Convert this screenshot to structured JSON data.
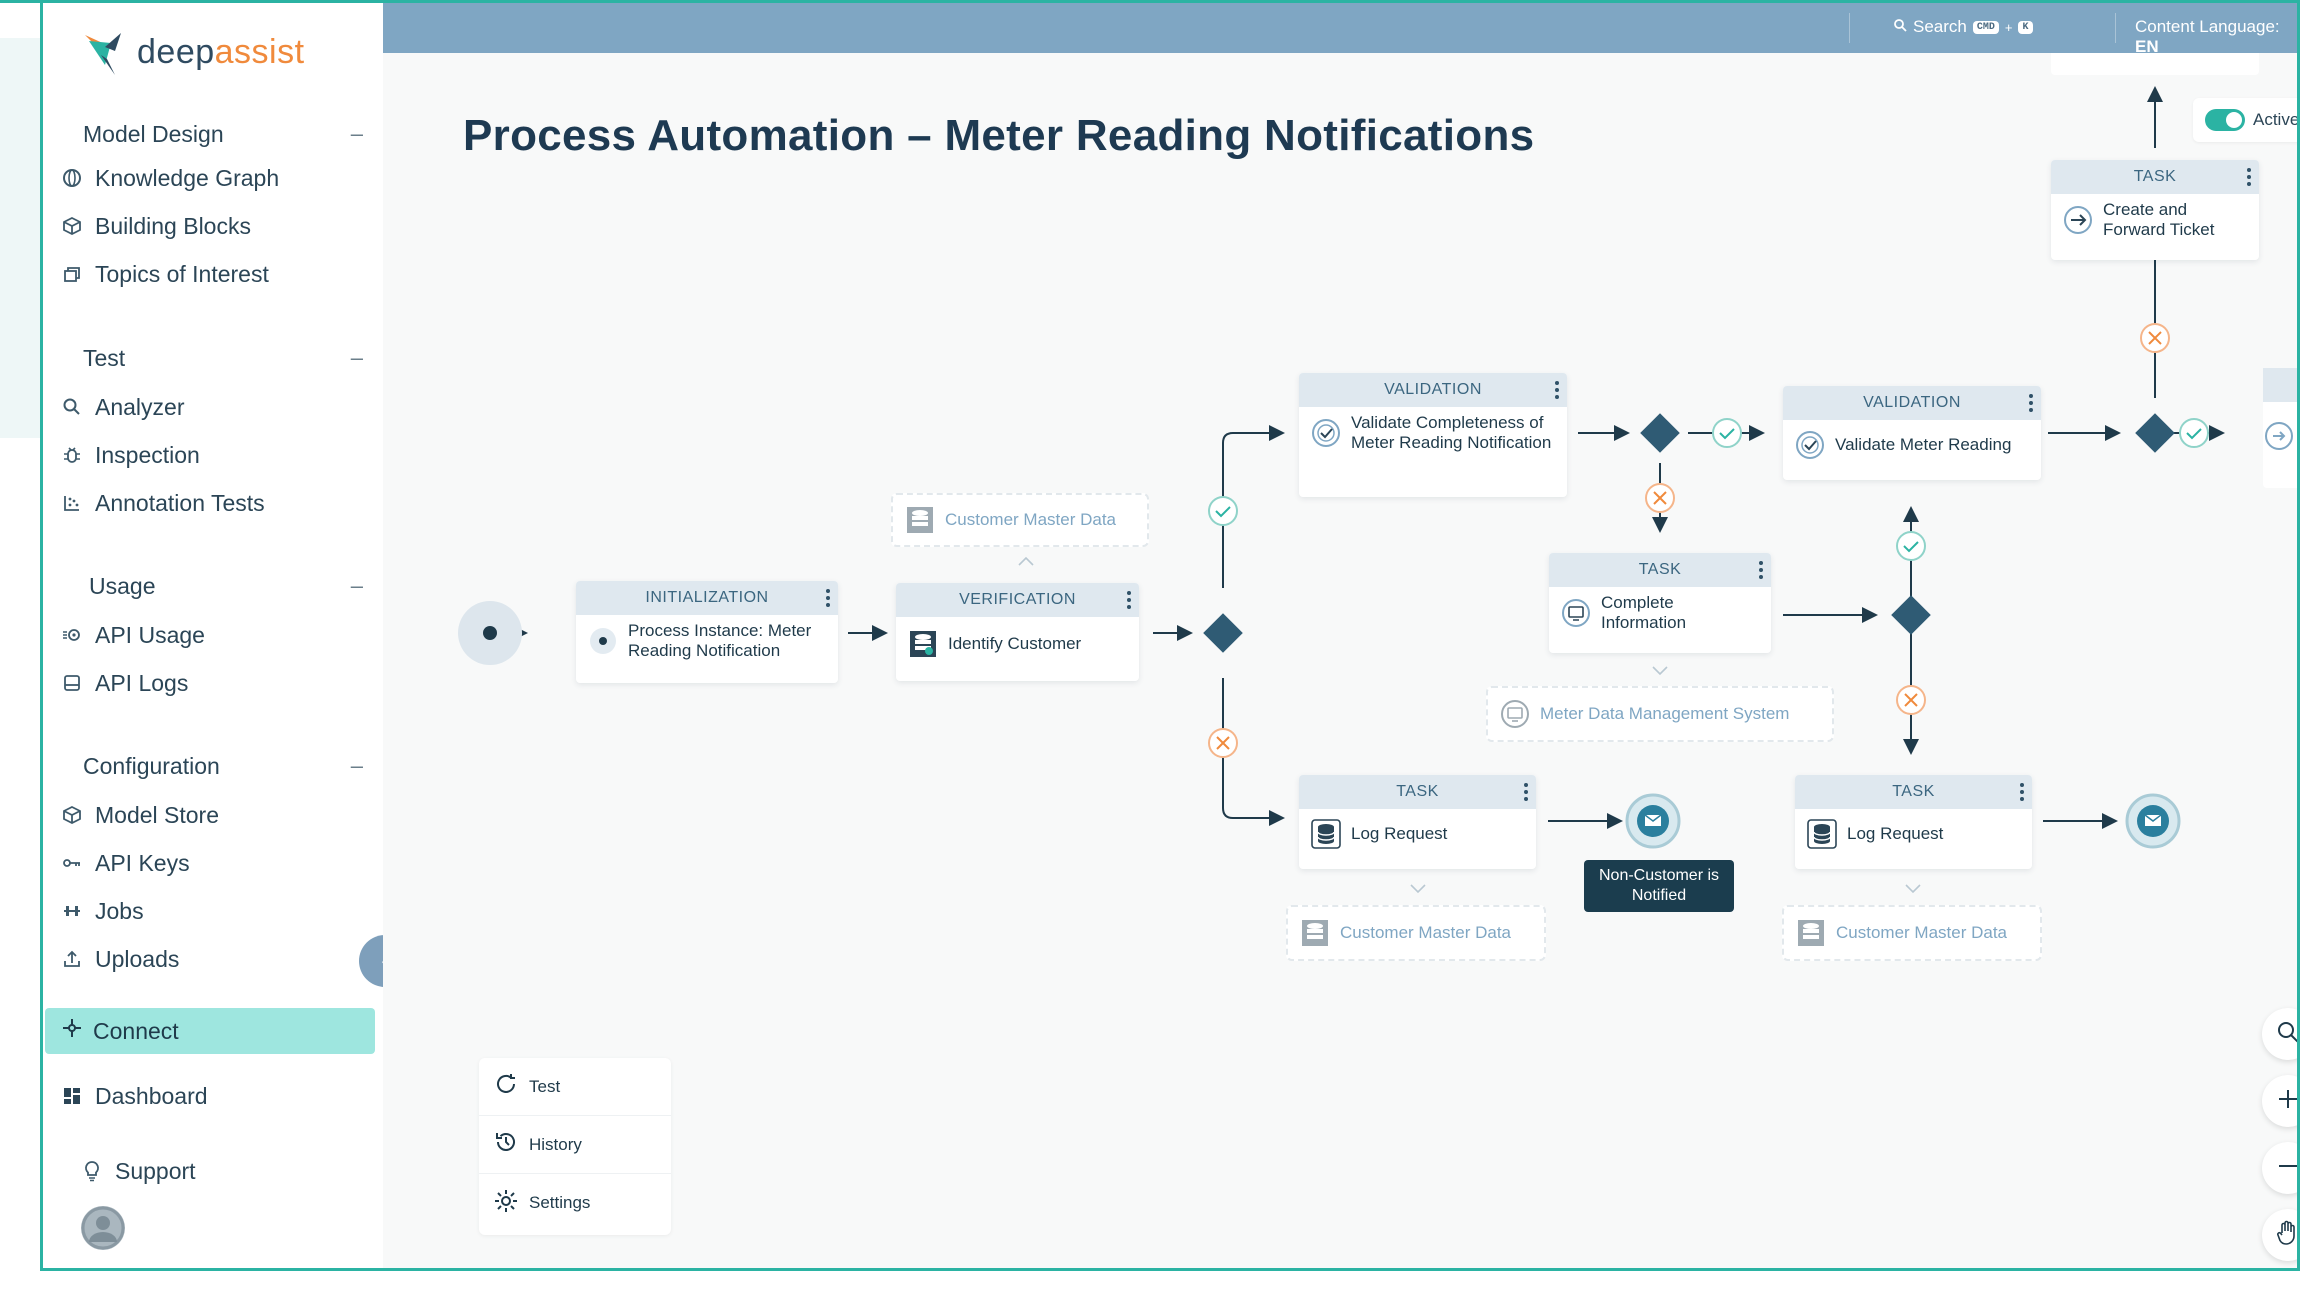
{
  "app": {
    "brand_part1": "deep",
    "brand_part2": "assist"
  },
  "sidebar": {
    "sections": [
      {
        "title": "Model Design",
        "toggle": "–"
      },
      {
        "title": "Test",
        "toggle": "–"
      },
      {
        "title": "Usage",
        "toggle": "–"
      },
      {
        "title": "Configuration",
        "toggle": "–"
      }
    ],
    "items": {
      "knowledge_graph": "Knowledge Graph",
      "building_blocks": "Building Blocks",
      "topics_of_interest": "Topics of Interest",
      "analyzer": "Analyzer",
      "inspection": "Inspection",
      "annotation_tests": "Annotation Tests",
      "api_usage": "API Usage",
      "api_logs": "API Logs",
      "model_store": "Model Store",
      "api_keys": "API Keys",
      "jobs": "Jobs",
      "uploads": "Uploads",
      "connect": "Connect",
      "dashboard": "Dashboard",
      "support": "Support"
    }
  },
  "topbar": {
    "search_label": "Search",
    "shortcut_key1": "CMD",
    "shortcut_plus": "+",
    "shortcut_key2": "K",
    "language_label": "Content Language:",
    "language_value": "EN"
  },
  "page": {
    "title": "Process Automation – Meter Reading Notifications",
    "status_label": "Active"
  },
  "flow": {
    "nodes": {
      "init": {
        "category": "INITIALIZATION",
        "label": "Process Instance: Meter Reading Notification"
      },
      "verify": {
        "category": "VERIFICATION",
        "label": "Identify Customer"
      },
      "validate_completeness": {
        "category": "VALIDATION",
        "label": "Validate Completeness of Meter Reading Notification"
      },
      "complete_info": {
        "category": "TASK",
        "label": "Complete Information"
      },
      "validate_reading": {
        "category": "VALIDATION",
        "label": "Validate Meter Reading"
      },
      "create_ticket": {
        "category": "TASK",
        "label": "Create and Forward Ticket"
      },
      "log_request_1": {
        "category": "TASK",
        "label": "Log Request"
      },
      "log_request_2": {
        "category": "TASK",
        "label": "Log Request"
      }
    },
    "data_nodes": {
      "cmd_top": "Customer Master Data",
      "mdms": "Meter Data Management System",
      "cmd_bottom1": "Customer Master Data",
      "cmd_bottom2": "Customer Master Data"
    },
    "tooltip": "Non-Customer is Notified"
  },
  "canvas_menu": {
    "test": "Test",
    "history": "History",
    "settings": "Settings"
  },
  "colors": {
    "accent": "#2bb3a3",
    "topbar": "#7fa6c3",
    "connect_highlight": "#9ee6df",
    "brand_orange": "#f08a3c",
    "reject_orange": "#f08a3c",
    "accept_teal": "#2bb3a3"
  }
}
